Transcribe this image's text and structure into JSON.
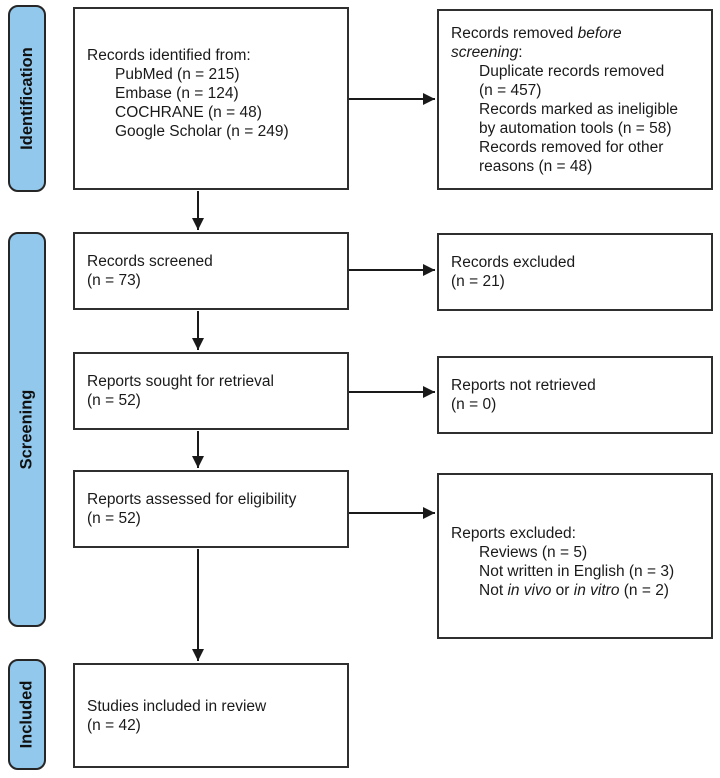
{
  "colors": {
    "stage_fill": "#91c8eb",
    "stage_border": "#262626",
    "box_border": "#2f2f2f",
    "arrow": "#1a1a1a"
  },
  "stages": {
    "identification": "Identification",
    "screening": "Screening",
    "included": "Included"
  },
  "boxes": {
    "identified": {
      "title": "Records identified from:",
      "items": [
        "PubMed (n = 215)",
        "Embase (n = 124)",
        "COCHRANE (n = 48)",
        "Google Scholar (n = 249)"
      ]
    },
    "removed": {
      "title_prefix": "Records removed ",
      "title_italic_line1": "before",
      "title_italic_line2": "screening",
      "title_suffix": ":",
      "items": [
        "Duplicate records removed (n = 457)",
        "Records marked as ineligible by automation tools (n = 58)",
        "Records removed for other reasons (n = 48)"
      ]
    },
    "screened": {
      "line1": "Records screened",
      "line2": "(n = 73)"
    },
    "records_excluded": {
      "line1": "Records excluded",
      "line2": "(n = 21)"
    },
    "sought": {
      "line1": "Reports sought for retrieval",
      "line2": "(n = 52)"
    },
    "not_retrieved": {
      "line1": "Reports not retrieved",
      "line2": "(n = 0)"
    },
    "assessed": {
      "line1": "Reports assessed for eligibility",
      "line2": "(n = 52)"
    },
    "reports_excluded": {
      "title": "Reports excluded:",
      "items": [
        "Reviews (n = 5)",
        "Not written in English (n = 3)"
      ],
      "item_mixed": {
        "prefix": "Not ",
        "italic1": "in vivo",
        "mid": " or ",
        "italic2": "in vitro",
        "suffix": " (n = 2)"
      }
    },
    "included_studies": {
      "line1": "Studies included in review",
      "line2": "(n = 42)"
    }
  }
}
